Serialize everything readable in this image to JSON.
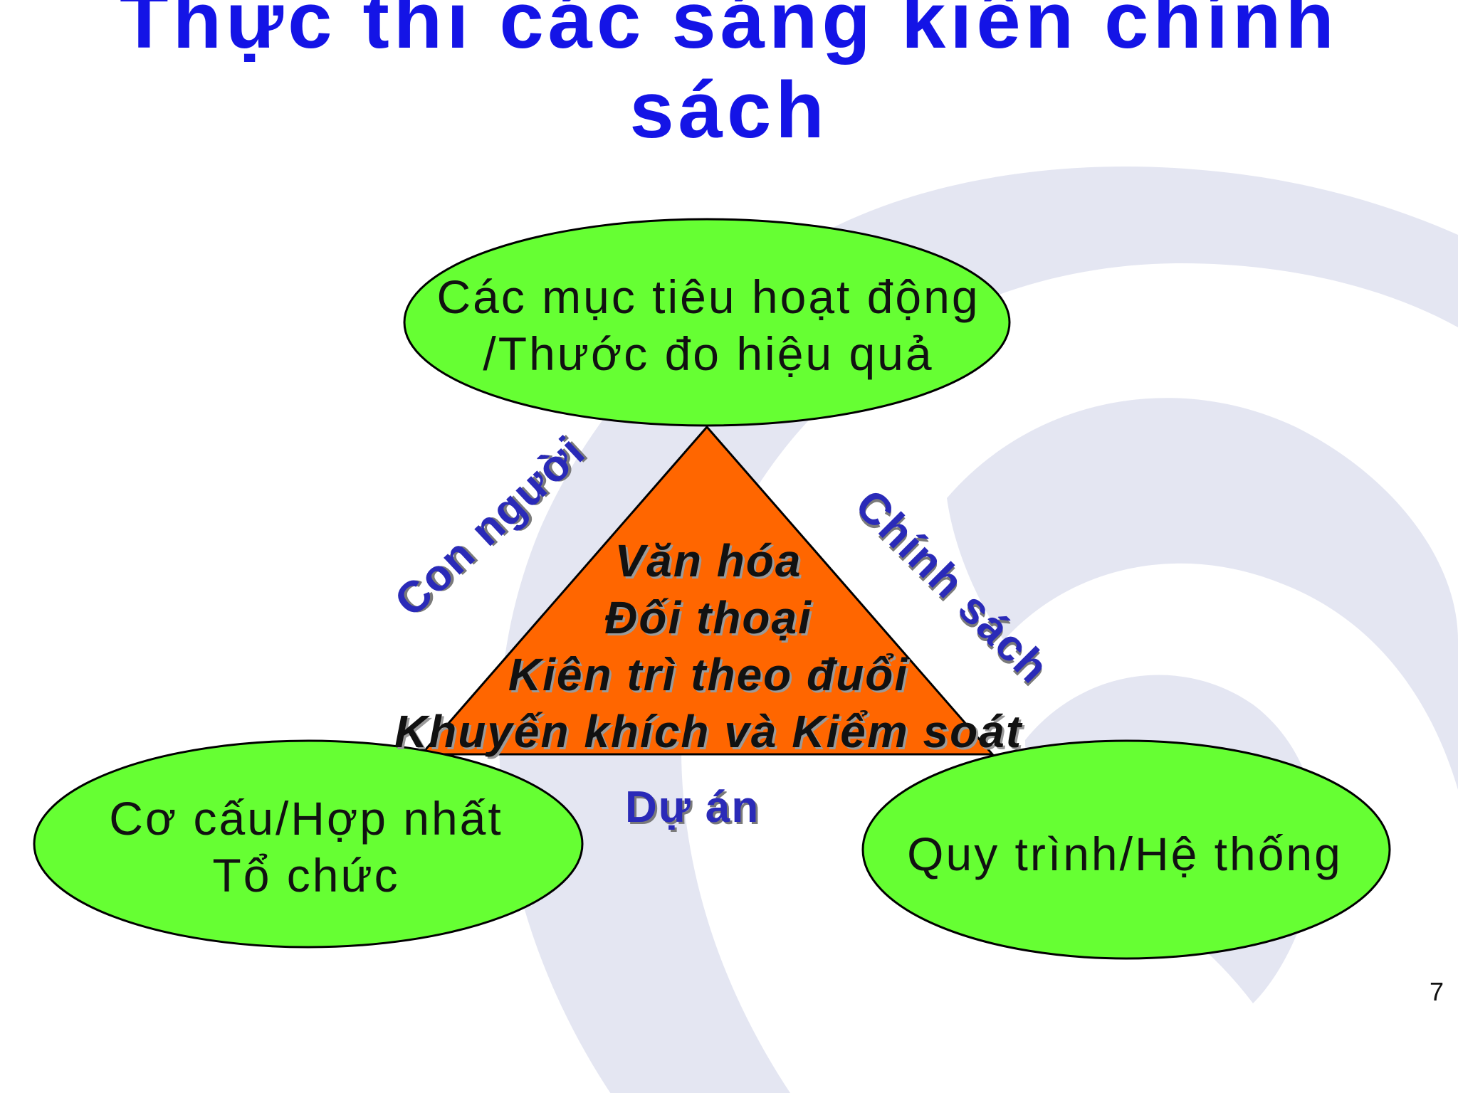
{
  "slide": {
    "title_lines": [
      "Thực thi các sáng kiến chính",
      "sách"
    ],
    "page_number": "7"
  },
  "diagram": {
    "nodes": {
      "top": [
        "Các mục tiêu hoạt động",
        "/Thước đo hiệu quả"
      ],
      "bottom_left": [
        "Cơ cấu/Hợp nhất",
        "Tổ chức"
      ],
      "bottom_right": [
        "Quy trình/Hệ thống"
      ]
    },
    "core": [
      "Văn hóa",
      "Đối thoại",
      "Kiên trì theo đuổi",
      "Khuyến khích và Kiểm soát"
    ],
    "edges": {
      "left": "Con người",
      "right": "Chính sách",
      "bottom": "Dự án"
    }
  },
  "colors": {
    "title": "#1414e6",
    "node_fill": "#66ff33",
    "core_fill": "#ff6600",
    "edge_label": "#2a2ab8",
    "watermark": "#e4e6f2"
  }
}
